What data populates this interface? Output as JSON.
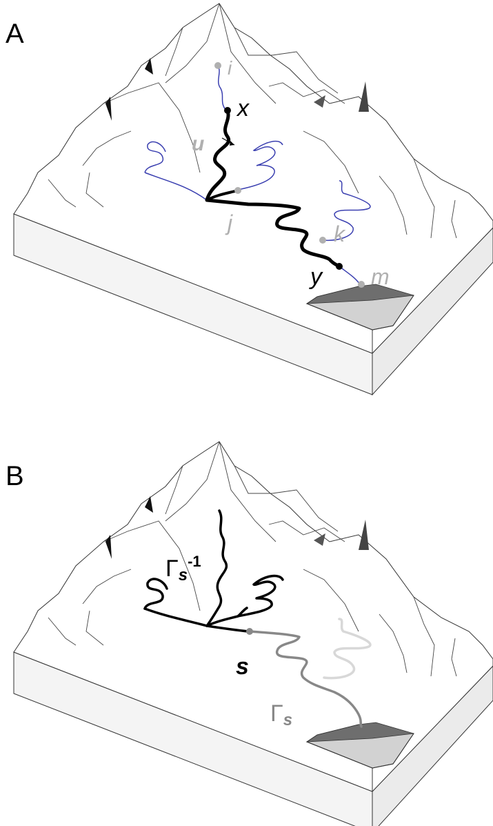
{
  "panel_a": {
    "letter": "A",
    "labels": {
      "i": "i",
      "x": "x",
      "u": "u",
      "j": "j",
      "k": "k",
      "y": "y",
      "m": "m"
    }
  },
  "panel_b": {
    "letter": "B",
    "labels": {
      "gamma_inv": "Γ",
      "gamma_inv_sub": "s",
      "gamma_inv_sup": "-1",
      "s": "s",
      "gamma": "Γ",
      "gamma_sub": "s"
    }
  },
  "colors": {
    "river": "#3a3fb0",
    "path": "#000000",
    "gray_label": "#b0b0b0",
    "outline": "#333333",
    "lake_dark": "#777777",
    "lake_light": "#cfcfcf"
  }
}
